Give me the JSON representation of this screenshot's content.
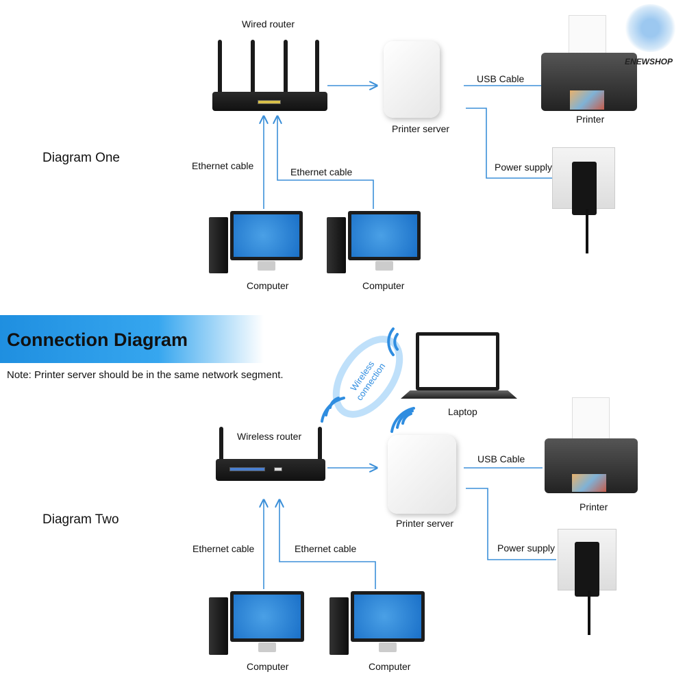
{
  "brand": {
    "logo_text": "ENEWSHOP",
    "accent": "#3b8fd8"
  },
  "banner": {
    "title": "Connection Diagram",
    "note": "Note: Printer server should be in the same network segment."
  },
  "diagram_one": {
    "title": "Diagram One",
    "router": "Wired router",
    "server": "Printer server",
    "usb": "USB Cable",
    "printer": "Printer",
    "power": "Power supply",
    "eth1": "Ethernet cable",
    "eth2": "Ethernet cable",
    "computer1": "Computer",
    "computer2": "Computer"
  },
  "diagram_two": {
    "title": "Diagram Two",
    "router": "Wireless router",
    "server": "Printer server",
    "usb": "USB Cable",
    "printer": "Printer",
    "power": "Power supply",
    "eth1": "Ethernet cable",
    "eth2": "Ethernet cable",
    "computer1": "Computer",
    "computer2": "Computer",
    "laptop": "Laptop",
    "wireless": "Wireless connection"
  }
}
